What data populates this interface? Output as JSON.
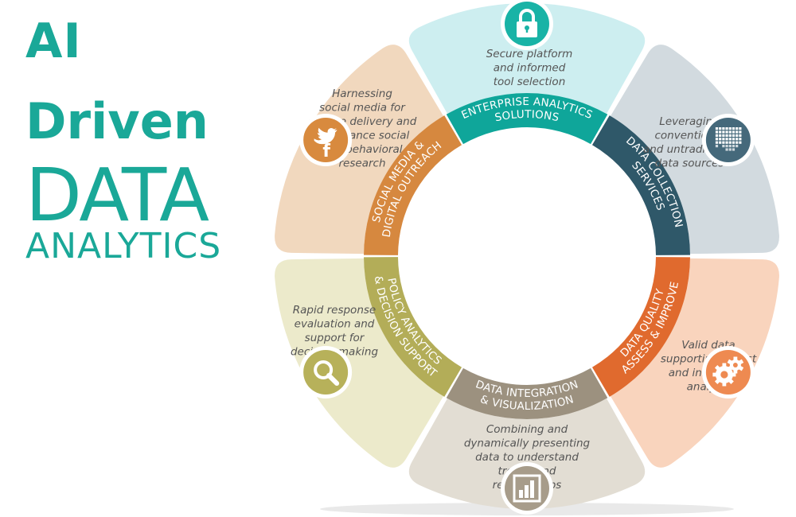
{
  "title": {
    "line1": "AI",
    "line2": "Driven",
    "line3": "DATA",
    "line4": "ANALYTICS"
  },
  "segments": [
    {
      "id": "enterprise",
      "label_lines": [
        "ENTERPRISE ANALYTICS",
        "SOLUTIONS"
      ],
      "description_lines": [
        "Secure platform",
        "and informed",
        "tool selection"
      ],
      "icon": "lock-icon",
      "outer_color": "#cdeef0",
      "band_color": "#0fa69a",
      "icon_color": "#19b3a6"
    },
    {
      "id": "data-collection",
      "label_lines": [
        "DATA COLLECTION",
        "SERVICES"
      ],
      "description_lines": [
        "Leveraging",
        "conventional",
        "and untraditional",
        "data sources"
      ],
      "icon": "data-grid-icon",
      "outer_color": "#d2dadf",
      "band_color": "#2f5869",
      "icon_color": "#45697b"
    },
    {
      "id": "data-quality",
      "label_lines": [
        "DATA QUALITY",
        "ASSESS & IMPROVE"
      ],
      "description_lines": [
        "Valid data",
        "supporting robust",
        "and innovative",
        "analysis"
      ],
      "icon": "gears-icon",
      "outer_color": "#f9d4bd",
      "band_color": "#e06a2e",
      "icon_color": "#ee8a51"
    },
    {
      "id": "data-integration",
      "label_lines": [
        "DATA INTEGRATION",
        "& VISUALIZATION"
      ],
      "description_lines": [
        "Combining and",
        "dynamically presenting",
        "data to understand",
        "trends and",
        "relationships"
      ],
      "icon": "bar-chart-icon",
      "outer_color": "#e2ddd3",
      "band_color": "#9c917f",
      "icon_color": "#a79c8a"
    },
    {
      "id": "policy",
      "label_lines": [
        "POLICY ANALYTICS",
        "& DECISION SUPPORT"
      ],
      "description_lines": [
        "Rapid response",
        "evaluation and",
        "support for",
        "decision making"
      ],
      "icon": "magnifier-icon",
      "outer_color": "#eceacb",
      "band_color": "#b3ad58",
      "icon_color": "#b7b15a"
    },
    {
      "id": "social",
      "label_lines": [
        "SOCIAL MEDIA &",
        "DIGITAL OUTREACH"
      ],
      "description_lines": [
        "Harnessing",
        "social media for",
        "service delivery and",
        "to enhance social",
        "and behavioral",
        "research"
      ],
      "icon": "twitter-facebook-icon",
      "outer_color": "#f1d8be",
      "band_color": "#d6883f",
      "icon_color": "#d88a3e"
    }
  ]
}
